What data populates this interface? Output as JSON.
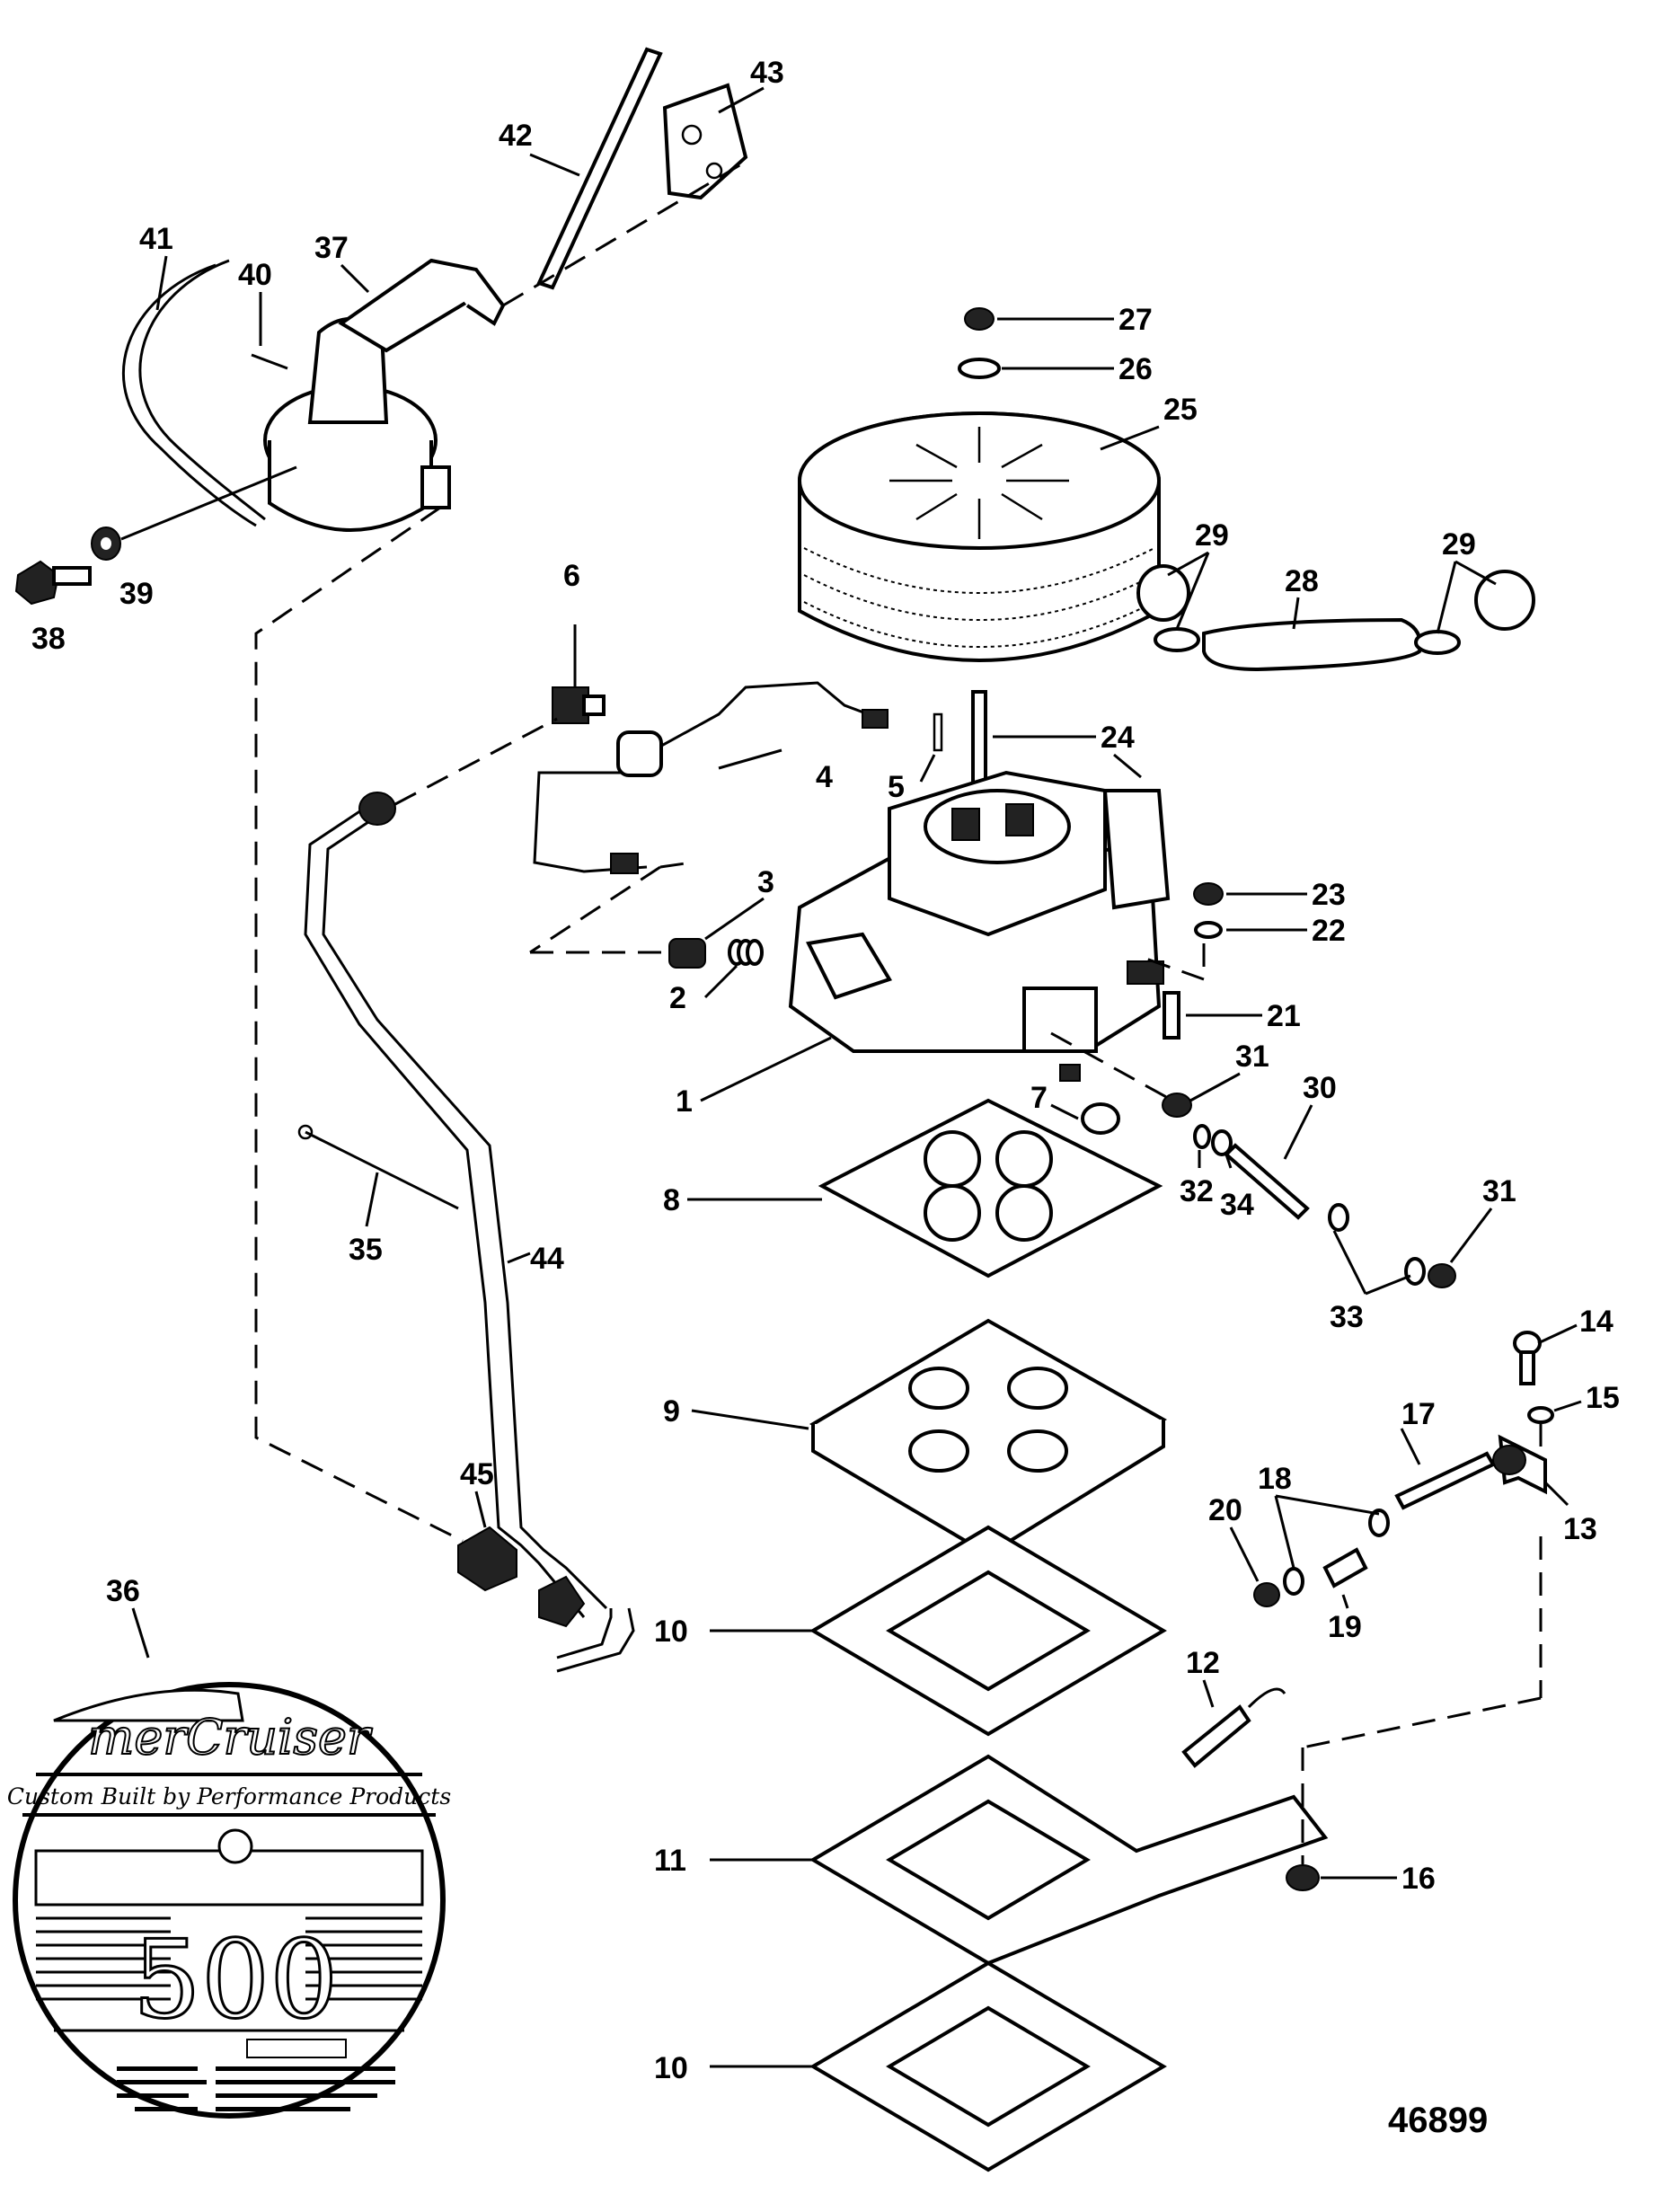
{
  "diagram": {
    "title": "Carburetor and Fuel Pump Exploded View",
    "drawing_number": "46899",
    "callouts": [
      {
        "id": "c1",
        "label": "1"
      },
      {
        "id": "c2",
        "label": "2"
      },
      {
        "id": "c3",
        "label": "3"
      },
      {
        "id": "c4",
        "label": "4"
      },
      {
        "id": "c5",
        "label": "5"
      },
      {
        "id": "c6",
        "label": "6"
      },
      {
        "id": "c7",
        "label": "7"
      },
      {
        "id": "c8",
        "label": "8"
      },
      {
        "id": "c9",
        "label": "9"
      },
      {
        "id": "c10a",
        "label": "10"
      },
      {
        "id": "c10b",
        "label": "10"
      },
      {
        "id": "c11",
        "label": "11"
      },
      {
        "id": "c12",
        "label": "12"
      },
      {
        "id": "c13",
        "label": "13"
      },
      {
        "id": "c14",
        "label": "14"
      },
      {
        "id": "c15",
        "label": "15"
      },
      {
        "id": "c16",
        "label": "16"
      },
      {
        "id": "c17",
        "label": "17"
      },
      {
        "id": "c18",
        "label": "18"
      },
      {
        "id": "c19",
        "label": "19"
      },
      {
        "id": "c20",
        "label": "20"
      },
      {
        "id": "c21",
        "label": "21"
      },
      {
        "id": "c22",
        "label": "22"
      },
      {
        "id": "c23",
        "label": "23"
      },
      {
        "id": "c24",
        "label": "24"
      },
      {
        "id": "c25",
        "label": "25"
      },
      {
        "id": "c26",
        "label": "26"
      },
      {
        "id": "c27",
        "label": "27"
      },
      {
        "id": "c28",
        "label": "28"
      },
      {
        "id": "c29a",
        "label": "29"
      },
      {
        "id": "c29b",
        "label": "29"
      },
      {
        "id": "c30",
        "label": "30"
      },
      {
        "id": "c31a",
        "label": "31"
      },
      {
        "id": "c31b",
        "label": "31"
      },
      {
        "id": "c32",
        "label": "32"
      },
      {
        "id": "c33",
        "label": "33"
      },
      {
        "id": "c34",
        "label": "34"
      },
      {
        "id": "c35",
        "label": "35"
      },
      {
        "id": "c36",
        "label": "36"
      },
      {
        "id": "c37",
        "label": "37"
      },
      {
        "id": "c38",
        "label": "38"
      },
      {
        "id": "c39",
        "label": "39"
      },
      {
        "id": "c40",
        "label": "40"
      },
      {
        "id": "c41",
        "label": "41"
      },
      {
        "id": "c42",
        "label": "42"
      },
      {
        "id": "c43",
        "label": "43"
      },
      {
        "id": "c44",
        "label": "44"
      },
      {
        "id": "c45",
        "label": "45"
      }
    ],
    "decal": {
      "brand": "merCruiser",
      "tagline": "Custom Built by Performance Products",
      "model": "500"
    }
  }
}
